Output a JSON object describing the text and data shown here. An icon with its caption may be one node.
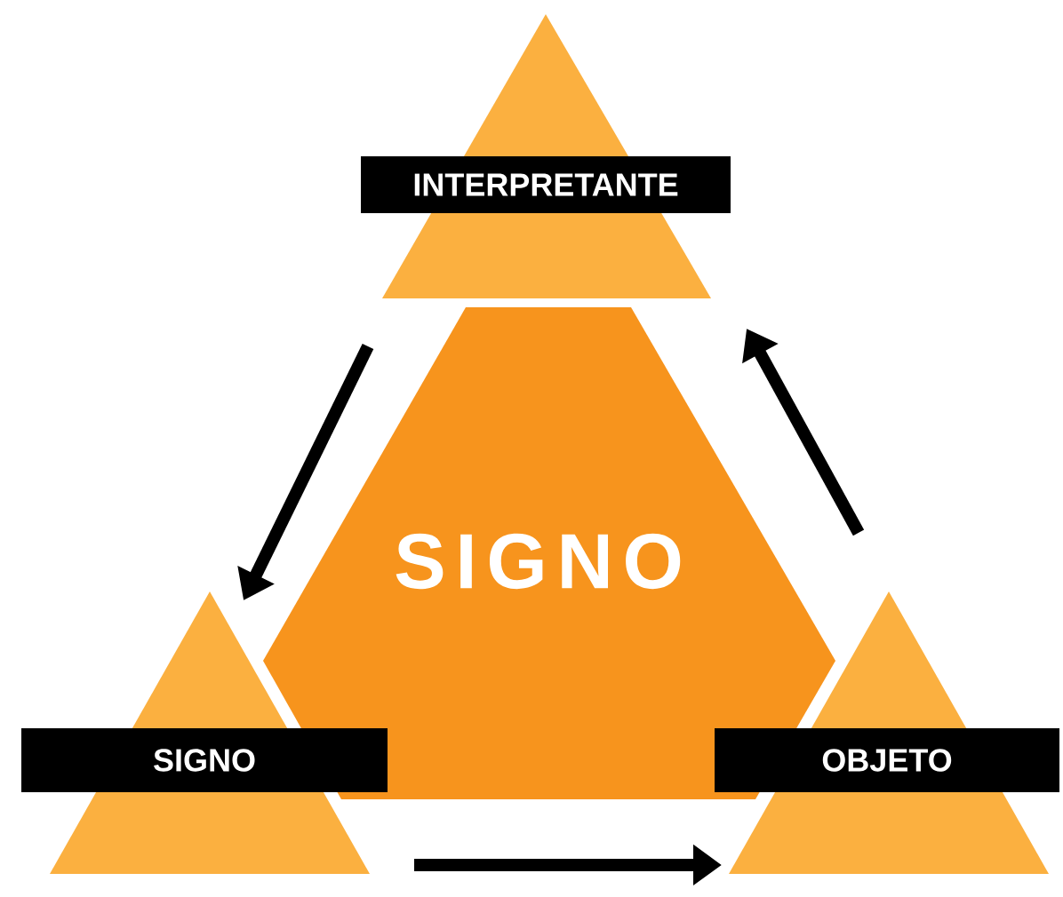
{
  "diagram": {
    "nodes": [
      {
        "text": [
          "INTERPRETANTE"
        ]
      },
      {
        "text": [
          "SIGNO"
        ]
      },
      {
        "text": [
          "SIGNO"
        ]
      },
      {
        "text": [
          "OBJETO"
        ]
      }
    ],
    "edges": [
      {
        "from": 0,
        "to": 2,
        "arrow": "to"
      },
      {
        "from": 2,
        "to": 3,
        "arrow": "to"
      },
      {
        "from": 3,
        "to": 0,
        "arrow": "to"
      }
    ]
  }
}
